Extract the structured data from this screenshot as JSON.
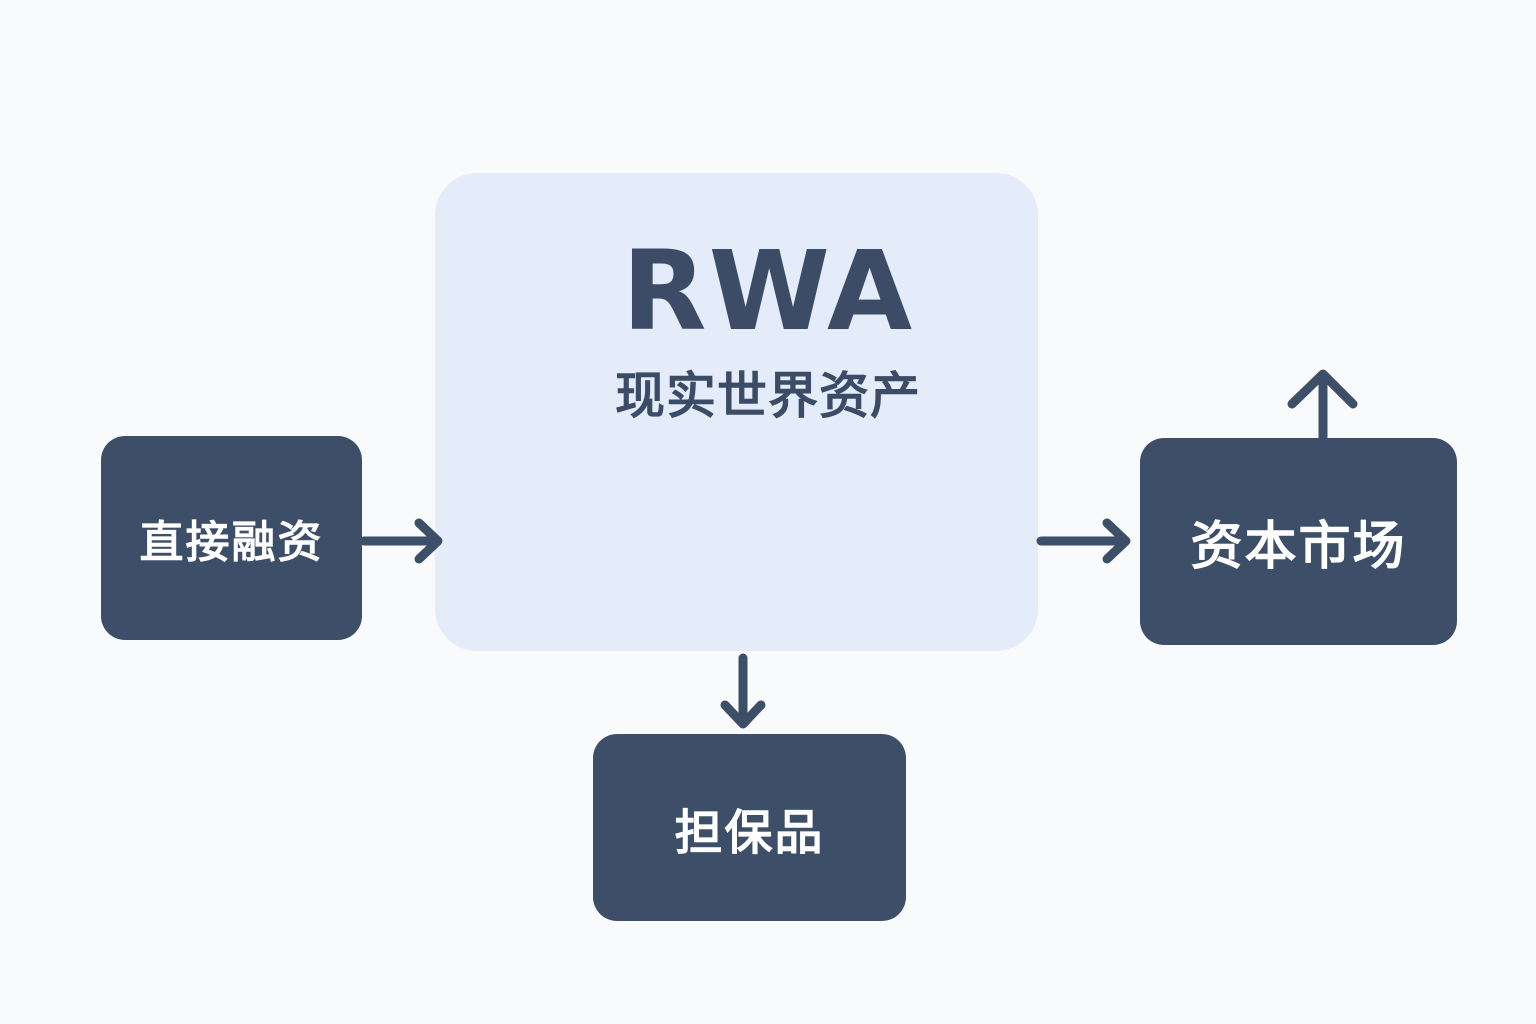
{
  "center": {
    "title": "RWA",
    "subtitle": "现实世界资产"
  },
  "nodes": {
    "left": "直接融资",
    "right": "资本市场",
    "bottom": "担保品"
  },
  "colors": {
    "background": "#f9fafb",
    "center_fill": "#e3ecf8",
    "node_fill": "#3d4e68",
    "arrow": "#3d4e68",
    "text_dark": "#3c4c66",
    "text_light": "#ffffff"
  }
}
